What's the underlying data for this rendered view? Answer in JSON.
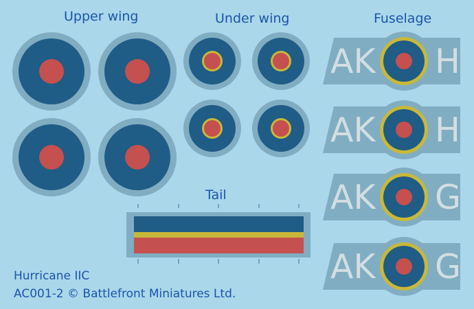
{
  "sections": {
    "upper_wing": "Upper wing",
    "under_wing": "Under wing",
    "fuselage": "Fuselage",
    "tail": "Tail"
  },
  "fuselage_codes": [
    {
      "prefix": "AK",
      "suffix": "H"
    },
    {
      "prefix": "AK",
      "suffix": "H"
    },
    {
      "prefix": "AK",
      "suffix": "G"
    },
    {
      "prefix": "AK",
      "suffix": "G"
    }
  ],
  "footer": {
    "model": "Hurricane IIC",
    "copyright": "AC001-2 © Battlefront Miniatures Ltd."
  },
  "colors": {
    "background": "#aad7ea",
    "decal_border": "#80adc1",
    "roundel_blue": "#1f5c86",
    "roundel_red": "#c4504f",
    "roundel_yellow": "#c8b83a",
    "letters": "#d2dee3",
    "heading_text": "#1b55a8"
  }
}
